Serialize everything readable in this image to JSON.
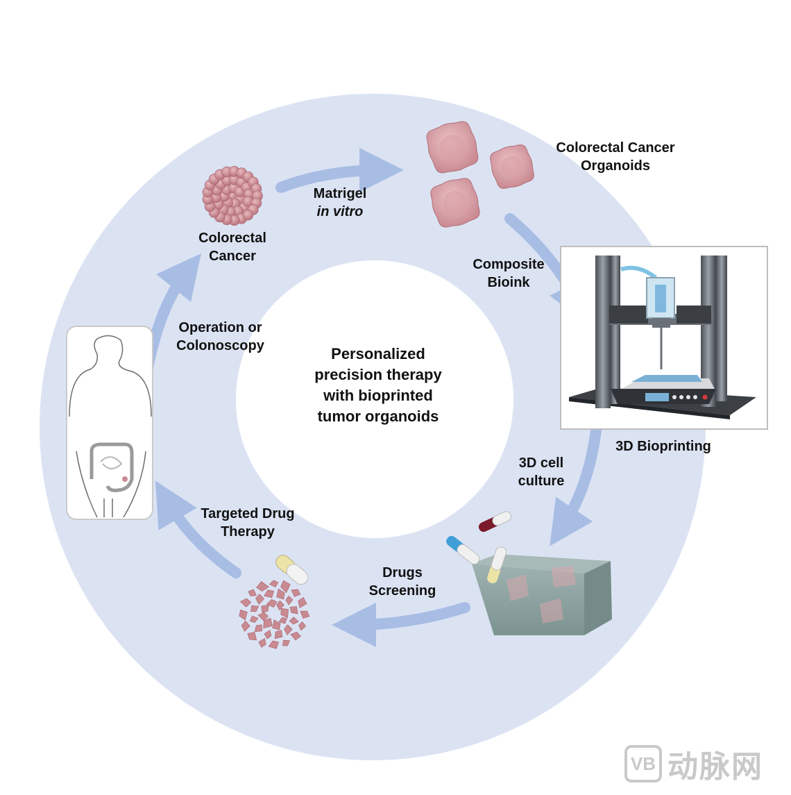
{
  "center_title": [
    "Personalized",
    "precision therapy",
    "with bioprinted",
    "tumor organoids"
  ],
  "labels": {
    "colorectal_cancer": [
      "Colorectal",
      "Cancer"
    ],
    "matrigel": "Matrigel",
    "in_vitro": "in vitro",
    "organoids": [
      "Colorectal Cancer",
      "Organoids"
    ],
    "composite_bioink": [
      "Composite",
      "Bioink"
    ],
    "bioprinting": "3D Bioprinting",
    "cell_culture": [
      "3D cell",
      "culture"
    ],
    "drugs_screening": [
      "Drugs",
      "Screening"
    ],
    "targeted_drug": [
      "Targeted Drug",
      "Therapy"
    ],
    "operation": [
      "Operation or",
      "Colonoscopy"
    ]
  },
  "watermark": {
    "logo_text": "VB",
    "text": "动脉网"
  },
  "colors": {
    "ring": "#dbe3f3",
    "arrow": "#a8bde4",
    "tumor": "#c98a92",
    "organoid": "#d7a5ab",
    "hydrogel": "#8ea5a2",
    "capsule_yellow": "#ece4a6",
    "capsule_blue": "#3f9fd6",
    "capsule_red": "#7a1a2a"
  }
}
